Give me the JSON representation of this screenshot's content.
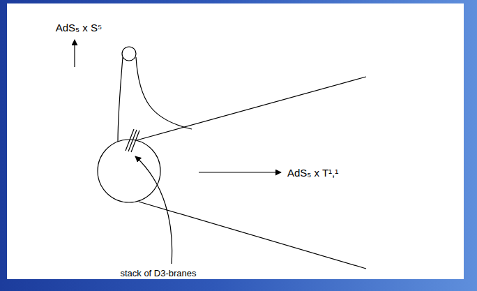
{
  "diagram": {
    "labels": [
      "AdS₅ x S⁵",
      "AdS₅ x T¹,¹",
      "stack of D3-branes"
    ]
  }
}
